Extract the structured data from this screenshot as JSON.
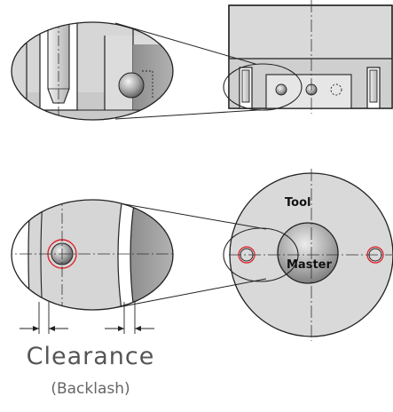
{
  "labels": {
    "tool": "Tool",
    "master": "Master"
  },
  "caption": {
    "title": "Clearance",
    "subtitle": "(Backlash)"
  },
  "colors": {
    "body_gray": "#d9d9d9",
    "body_gray_dark": "#bdbdbd",
    "outline": "#222222",
    "highlight_red": "#e0212b",
    "centerline": "#333333"
  }
}
